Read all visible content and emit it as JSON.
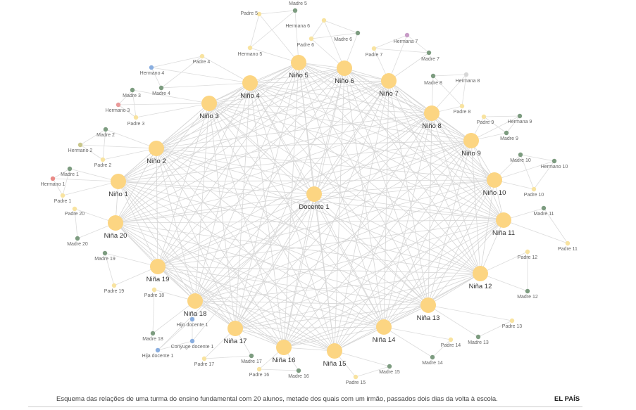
{
  "colors": {
    "student": "#fcd582",
    "teacher": "#fcd582",
    "madre": "#7d9c80",
    "padre": "#f8e3a0",
    "hermano": "#89aee0",
    "hermana": "#c89cc7"
  },
  "caption": {
    "text": "Esquema das relações de uma turma do ensino fundamental com 20 alunos, metade dos quais com um irmão, passados dois dias da volta à escola.",
    "source": "EL PAÍS"
  },
  "nodes": {
    "students": [
      {
        "id": "docente1",
        "label": "Docente 1"
      },
      {
        "id": "n5",
        "label": "Niño 5"
      },
      {
        "id": "n6",
        "label": "Niño 6"
      },
      {
        "id": "n7",
        "label": "Niño 7"
      },
      {
        "id": "n4",
        "label": "Niño 4"
      },
      {
        "id": "n3",
        "label": "Niño 3"
      },
      {
        "id": "n2",
        "label": "Niño 2"
      },
      {
        "id": "n1",
        "label": "Niño 1"
      },
      {
        "id": "n20",
        "label": "Niña 20"
      },
      {
        "id": "n19",
        "label": "Niña 19"
      },
      {
        "id": "n18",
        "label": "Niña 18"
      },
      {
        "id": "n17",
        "label": "Niña 17"
      },
      {
        "id": "n16",
        "label": "Niña 16"
      },
      {
        "id": "n15",
        "label": "Niña 15"
      },
      {
        "id": "n14",
        "label": "Niña 14"
      },
      {
        "id": "n13",
        "label": "Niña 13"
      },
      {
        "id": "n12",
        "label": "Niña 12"
      },
      {
        "id": "n11",
        "label": "Niña 11"
      },
      {
        "id": "n10",
        "label": "Niño 10"
      },
      {
        "id": "n9",
        "label": "Niño 9"
      },
      {
        "id": "n8",
        "label": "Niño 8"
      }
    ],
    "relatives": [
      {
        "id": "p5",
        "label": "Padre 5",
        "kind": "padre",
        "link": "n5"
      },
      {
        "id": "m5",
        "label": "Madre 5",
        "kind": "madre",
        "link": "n5"
      },
      {
        "id": "h5",
        "label": "Hermano 5",
        "kind": "padre",
        "link": "n5"
      },
      {
        "id": "ha6",
        "label": "Hermana 6",
        "kind": "padre",
        "link": "n6"
      },
      {
        "id": "m6",
        "label": "Madre 6",
        "kind": "madre",
        "link": "n6"
      },
      {
        "id": "p6",
        "label": "Padre 6",
        "kind": "padre",
        "link": "n6"
      },
      {
        "id": "ha7",
        "label": "Hermana 7",
        "kind": "hermana",
        "link": "n7"
      },
      {
        "id": "p7",
        "label": "Padre 7",
        "kind": "padre",
        "link": "n7"
      },
      {
        "id": "m7",
        "label": "Madre 7",
        "kind": "madre",
        "link": "n7"
      },
      {
        "id": "p4",
        "label": "Padre 4",
        "kind": "padre",
        "link": "n4"
      },
      {
        "id": "h4",
        "label": "Hermano 4",
        "kind": "hermano",
        "link": "n4"
      },
      {
        "id": "m4",
        "label": "Madre 4",
        "kind": "madre",
        "link": "n4"
      },
      {
        "id": "m3",
        "label": "Madre 3",
        "kind": "madre",
        "link": "n3"
      },
      {
        "id": "h3",
        "label": "Hermano 3",
        "kind": "hermano3",
        "link": "n3"
      },
      {
        "id": "p3",
        "label": "Padre 3",
        "kind": "padre",
        "link": "n3"
      },
      {
        "id": "m8",
        "label": "Madre 8",
        "kind": "madre",
        "link": "n8"
      },
      {
        "id": "ha8",
        "label": "Hermana 8",
        "kind": "gris",
        "link": "n8"
      },
      {
        "id": "p8",
        "label": "Padre 8",
        "kind": "padre",
        "link": "n8"
      },
      {
        "id": "m2",
        "label": "Madre 2",
        "kind": "madre",
        "link": "n2"
      },
      {
        "id": "h2",
        "label": "Hermano 2",
        "kind": "hermano2",
        "link": "n2"
      },
      {
        "id": "p2",
        "label": "Padre 2",
        "kind": "padre",
        "link": "n2"
      },
      {
        "id": "p9",
        "label": "Padre 9",
        "kind": "padre",
        "link": "n9"
      },
      {
        "id": "ha9",
        "label": "Hermana 9",
        "kind": "madre",
        "link": "n9"
      },
      {
        "id": "m9",
        "label": "Madre 9",
        "kind": "madre",
        "link": "n9"
      },
      {
        "id": "m1",
        "label": "Madre 1",
        "kind": "madre",
        "link": "n1"
      },
      {
        "id": "h1",
        "label": "Hermano 1",
        "kind": "hermano1",
        "link": "n1"
      },
      {
        "id": "p1",
        "label": "Padre 1",
        "kind": "padre",
        "link": "n1"
      },
      {
        "id": "m10",
        "label": "Madre 10",
        "kind": "madre",
        "link": "n10"
      },
      {
        "id": "h10",
        "label": "Hermano 10",
        "kind": "madre",
        "link": "n10"
      },
      {
        "id": "p10",
        "label": "Padre 10",
        "kind": "padre",
        "link": "n10"
      },
      {
        "id": "p20",
        "label": "Padre 20",
        "kind": "padre",
        "link": "n20"
      },
      {
        "id": "m20",
        "label": "Madre 20",
        "kind": "madre",
        "link": "n20"
      },
      {
        "id": "m11",
        "label": "Madre 11",
        "kind": "madre",
        "link": "n11"
      },
      {
        "id": "p11",
        "label": "Padre 11",
        "kind": "padre",
        "link": "n11"
      },
      {
        "id": "m19",
        "label": "Madre 19",
        "kind": "madre",
        "link": "n19"
      },
      {
        "id": "p19",
        "label": "Padre 19",
        "kind": "padre",
        "link": "n19"
      },
      {
        "id": "p12",
        "label": "Padre 12",
        "kind": "padre",
        "link": "n12"
      },
      {
        "id": "m12",
        "label": "Madre 12",
        "kind": "madre",
        "link": "n12"
      },
      {
        "id": "p18",
        "label": "Padre 18",
        "kind": "padre",
        "link": "n18"
      },
      {
        "id": "m18",
        "label": "Madre 18",
        "kind": "madre",
        "link": "n18"
      },
      {
        "id": "hd1",
        "label": "Hijo docente 1",
        "kind": "hermano",
        "link": "docente1"
      },
      {
        "id": "cd1",
        "label": "Conyuge docente 1",
        "kind": "hermano",
        "link": "docente1"
      },
      {
        "id": "had1",
        "label": "Hija docente 1",
        "kind": "hermano",
        "link": "docente1"
      },
      {
        "id": "p17",
        "label": "Padre 17",
        "kind": "padre",
        "link": "n17"
      },
      {
        "id": "m17",
        "label": "Madre 17",
        "kind": "madre",
        "link": "n17"
      },
      {
        "id": "p16",
        "label": "Padre 16",
        "kind": "padre",
        "link": "n16"
      },
      {
        "id": "m16",
        "label": "Madre 16",
        "kind": "madre",
        "link": "n16"
      },
      {
        "id": "p15",
        "label": "Padre 15",
        "kind": "padre",
        "link": "n15"
      },
      {
        "id": "m15",
        "label": "Madre 15",
        "kind": "madre",
        "link": "n15"
      },
      {
        "id": "p14",
        "label": "Padre 14",
        "kind": "padre",
        "link": "n14"
      },
      {
        "id": "m14",
        "label": "Madre 14",
        "kind": "madre",
        "link": "n14"
      },
      {
        "id": "p13",
        "label": "Padre 13",
        "kind": "padre",
        "link": "n13"
      },
      {
        "id": "m13",
        "label": "Madre 13",
        "kind": "madre",
        "link": "n13"
      }
    ]
  }
}
